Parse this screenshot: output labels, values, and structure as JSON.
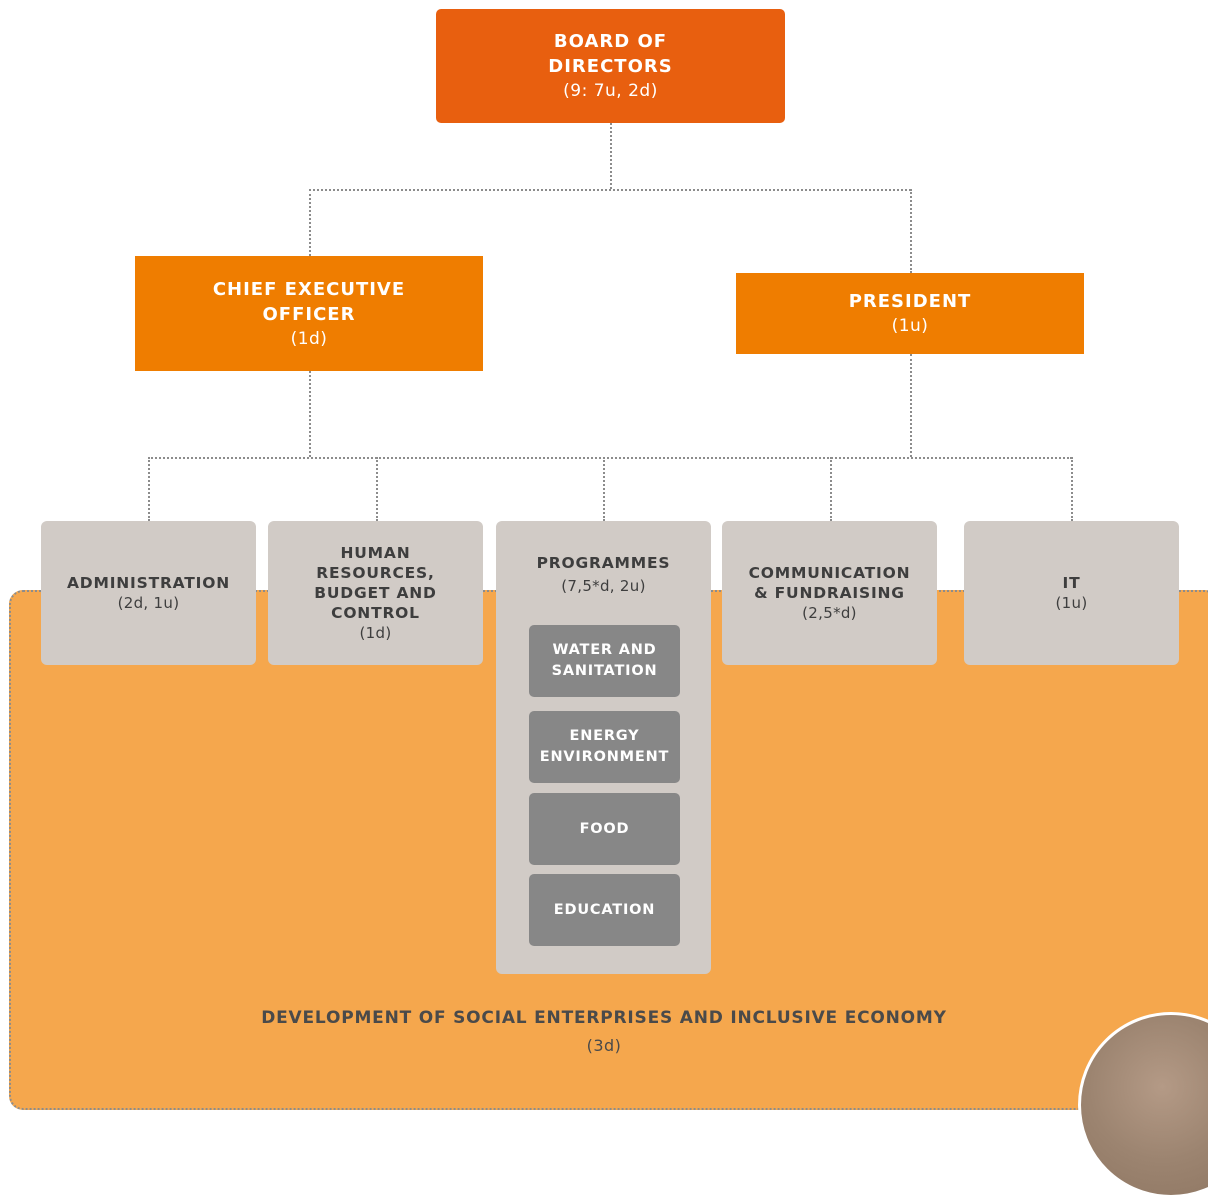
{
  "board": {
    "title": "BOARD OF\nDIRECTORS",
    "sub": "(9: 7u, 2d)"
  },
  "ceo": {
    "title": "CHIEF EXECUTIVE\nOFFICER",
    "sub": "(1d)"
  },
  "president": {
    "title": "PRESIDENT",
    "sub": "(1u)"
  },
  "departments": [
    {
      "title": "ADMINISTRATION",
      "sub": "(2d, 1u)"
    },
    {
      "title": "HUMAN\nRESOURCES,\nBUDGET AND\nCONTROL",
      "sub": "(1d)"
    },
    {
      "title": "PROGRAMMES",
      "sub": "(7,5*d, 2u)"
    },
    {
      "title": "COMMUNICATION\n& FUNDRAISING",
      "sub": "(2,5*d)"
    },
    {
      "title": "IT",
      "sub": "(1u)"
    }
  ],
  "programmes": [
    "WATER AND\nSANITATION",
    "ENERGY\nENVIRONMENT",
    "FOOD",
    "EDUCATION"
  ],
  "area": {
    "title": "DEVELOPMENT OF SOCIAL ENTERPRISES AND INCLUSIVE ECONOMY",
    "sub": "(3d)"
  },
  "colors": {
    "board": "#e85f0f",
    "executive": "#ef7d00",
    "department": "#d1cbc6",
    "programme": "#878787",
    "area": "#f5a74d"
  }
}
